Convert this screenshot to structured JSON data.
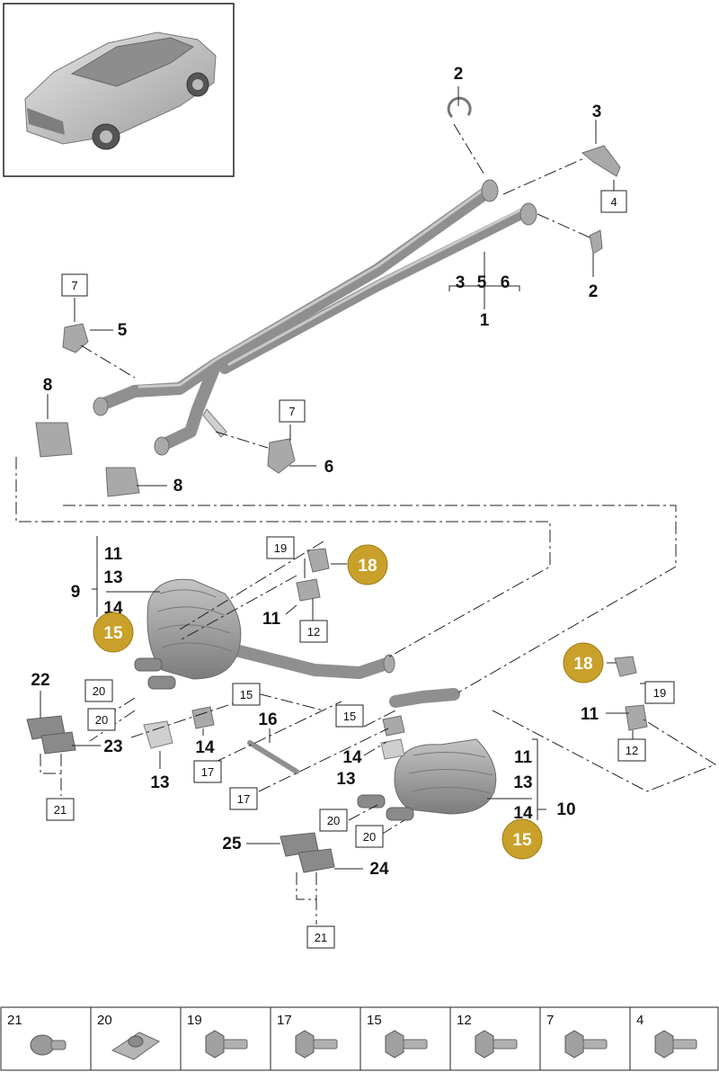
{
  "callouts": {
    "c1": "1",
    "c2a": "2",
    "c2b": "2",
    "c3": "3",
    "c4": "4",
    "c3b": "3",
    "c5b": "5",
    "c6b": "6",
    "c7a": "7",
    "c5": "5",
    "c8a": "8",
    "c7b": "7",
    "c6": "6",
    "c8b": "8",
    "c9": "9",
    "c11a": "11",
    "c13a": "13",
    "c14a": "14",
    "c15a": "15",
    "c19a": "19",
    "c18a": "18",
    "c11b": "11",
    "c12a": "12",
    "c22": "22",
    "c20a": "20",
    "c20b": "20",
    "c23": "23",
    "c21a": "21",
    "c15b": "15",
    "c14b": "14",
    "c13b": "13",
    "c16": "16",
    "c17a": "17",
    "c17b": "17",
    "c15c": "15",
    "c14c": "14",
    "c13c": "13",
    "c18b": "18",
    "c19b": "19",
    "c11c": "11",
    "c12b": "12",
    "c11d": "11",
    "c13d": "13",
    "c14d": "14",
    "c10": "10",
    "c15d": "15",
    "c20c": "20",
    "c20d": "20",
    "c25": "25",
    "c24": "24",
    "c21b": "21"
  },
  "legend": [
    {
      "label": "21",
      "icon": "screw-icon"
    },
    {
      "label": "20",
      "icon": "clip-nut-icon"
    },
    {
      "label": "19",
      "icon": "hex-bolt-icon"
    },
    {
      "label": "17",
      "icon": "hex-bolt-icon"
    },
    {
      "label": "15",
      "icon": "hex-bolt-icon"
    },
    {
      "label": "12",
      "icon": "hex-bolt-icon"
    },
    {
      "label": "7",
      "icon": "hex-bolt-icon"
    },
    {
      "label": "4",
      "icon": "hex-bolt-icon"
    }
  ],
  "colors": {
    "badge": "#c9a02a",
    "line": "#222222",
    "part": "#a9a9a9"
  }
}
